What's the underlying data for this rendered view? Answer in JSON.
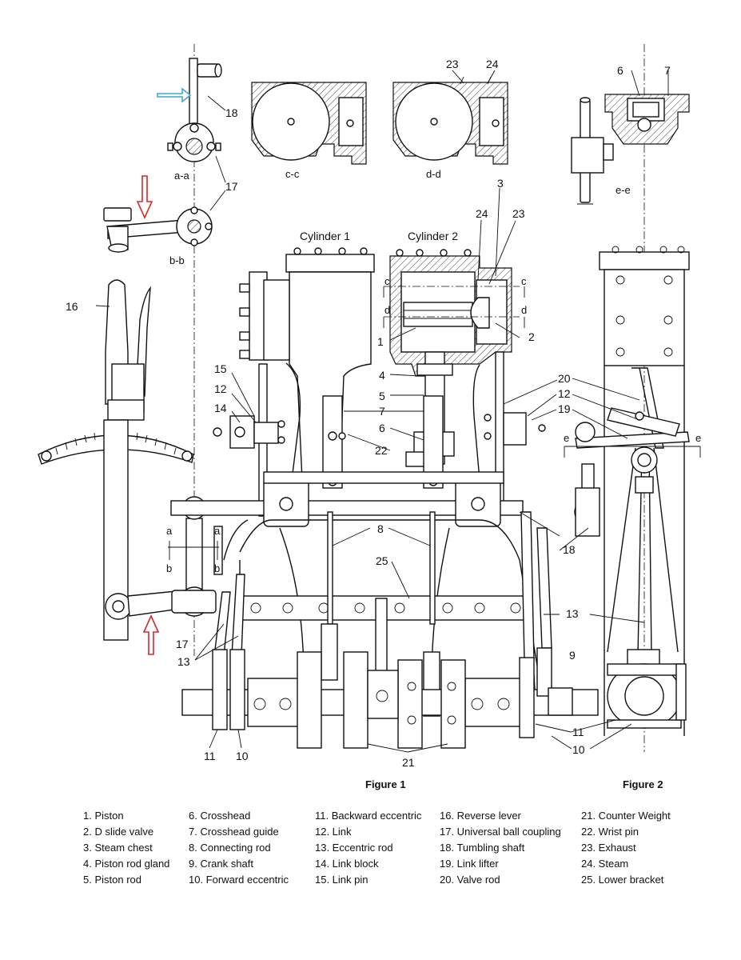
{
  "labels": {
    "cylinder1": "Cylinder 1",
    "cylinder2": "Cylinder 2",
    "sec_aa": "a-a",
    "sec_bb": "b-b",
    "sec_cc": "c-c",
    "sec_dd": "d-d",
    "sec_ee": "e-e",
    "c": "c",
    "d": "d",
    "e": "e",
    "a": "a",
    "b": "b",
    "n1": "1",
    "n2": "2",
    "n3": "3",
    "n4": "4",
    "n5": "5",
    "n6": "6",
    "n7": "7",
    "n8": "8",
    "n9": "9",
    "n10": "10",
    "n11": "11",
    "n12": "12",
    "n13": "13",
    "n14": "14",
    "n15": "15",
    "n16": "16",
    "n17": "17",
    "n18": "18",
    "n19": "19",
    "n20": "20",
    "n21": "21",
    "n22": "22",
    "n23": "23",
    "n24": "24",
    "n25": "25"
  },
  "figures": {
    "figure1": "Figure 1",
    "figure2": "Figure 2"
  },
  "legend": [
    [
      "1. Piston",
      "2. D slide valve",
      "3. Steam chest",
      "4. Piston rod gland",
      "5. Piston rod"
    ],
    [
      "6. Crosshead",
      "7. Crosshead guide",
      "8. Connecting rod",
      "9. Crank shaft",
      "10. Forward eccentric"
    ],
    [
      "11. Backward eccentric",
      "12. Link",
      "13. Eccentric rod",
      "14. Link block",
      "15. Link pin"
    ],
    [
      "16. Reverse lever",
      "17. Universal ball coupling",
      "18. Tumbling shaft",
      "19. Link lifter",
      "20. Valve rod"
    ],
    [
      "21. Counter Weight",
      "22. Wrist pin",
      "23. Exhaust",
      "24. Steam",
      "25. Lower bracket"
    ]
  ],
  "arrow_colors": {
    "blue": "#3fa9d8",
    "red": "#d62a2a"
  }
}
